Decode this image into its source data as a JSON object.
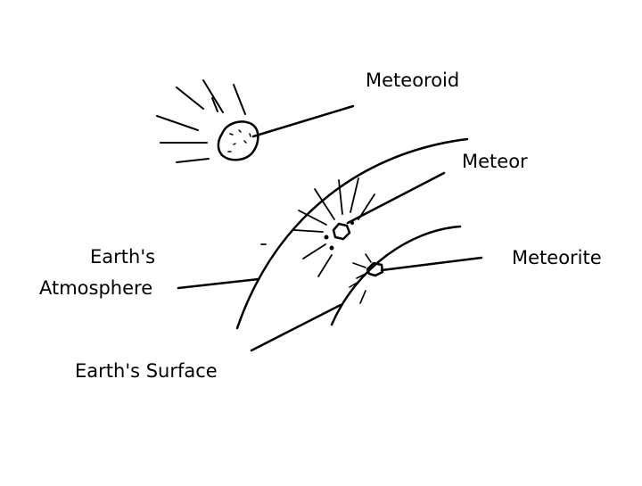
{
  "labels": {
    "meteoroid": "Meteoroid",
    "meteor": "Meteor",
    "meteorite": "Meteorite",
    "atmosphere_line1": "Earth's",
    "atmosphere_line2": "Atmosphere",
    "surface": "Earth's Surface"
  }
}
